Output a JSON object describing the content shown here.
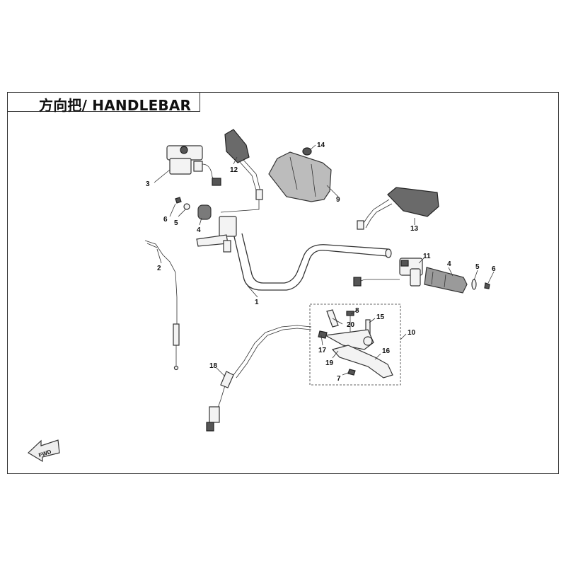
{
  "title": "方向把/ HANDLEBAR",
  "fwd_label": "FWD",
  "callouts": {
    "c1": "1",
    "c2": "2",
    "c3": "3",
    "c4a": "4",
    "c4b": "4",
    "c5a": "5",
    "c5b": "5",
    "c6a": "6",
    "c6b": "6",
    "c7": "7",
    "c8": "8",
    "c9": "9",
    "c10": "10",
    "c11": "11",
    "c12": "12",
    "c13": "13",
    "c14": "14",
    "c15": "15",
    "c16": "16",
    "c17": "17",
    "c18": "18",
    "c19": "19",
    "c20": "20"
  }
}
